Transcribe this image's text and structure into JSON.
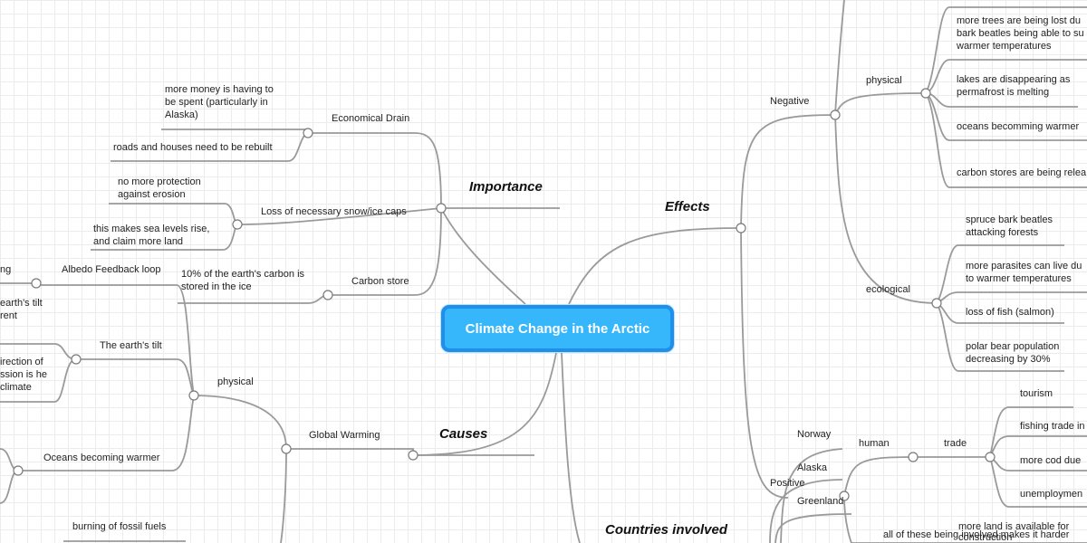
{
  "central": "Climate Change in the Arctic",
  "importance": {
    "title": "Importance",
    "economical_drain": {
      "label": "Economical Drain",
      "children": [
        "more money is having to be spent (particularly in Alaska)",
        "roads and houses need to be rebuilt"
      ]
    },
    "loss_snow": {
      "label": "Loss of necessary snow/ice caps",
      "children": [
        "no more protection against erosion",
        "this makes sea levels rise, and claim more land"
      ]
    },
    "carbon_store": {
      "label": "Carbon store",
      "children": [
        "10% of the earth's carbon is stored in the ice"
      ]
    }
  },
  "causes": {
    "title": "Causes",
    "global_warming": "Global Warming",
    "physical": "physical",
    "albedo": "Albedo Feedback loop",
    "albedo_partial": "ng",
    "tilt": "The earth's tilt",
    "tilt_partial_1": "earth's tilt rent",
    "tilt_partial_2": "irection of ssion is he climate",
    "oceans": "Oceans becoming warmer",
    "fossil": "burning of fossil fuels"
  },
  "effects": {
    "title": "Effects",
    "negative": "Negative",
    "physical": "physical",
    "physical_items": [
      "more trees are being lost du bark beatles being able to su warmer temperatures",
      "lakes are disappearing as permafrost is melting",
      "oceans becomming warmer",
      "carbon stores are being relea"
    ],
    "ecological": "ecological",
    "ecological_items": [
      "spruce bark beatles attacking forests",
      "more parasites can live du to warmer temperatures",
      "loss of fish (salmon)",
      "polar bear population decreasing by 30%"
    ],
    "positive": "Positive",
    "human": "human",
    "trade": "trade",
    "trade_items": [
      "tourism",
      "fishing trade in",
      "more cod due",
      "unemploymen"
    ],
    "more_land": "more land is available for construction"
  },
  "countries": {
    "title": "Countries involved",
    "items": [
      "Norway",
      "Alaska",
      "Greenland"
    ],
    "note": "all of these being involved makes it harder"
  }
}
